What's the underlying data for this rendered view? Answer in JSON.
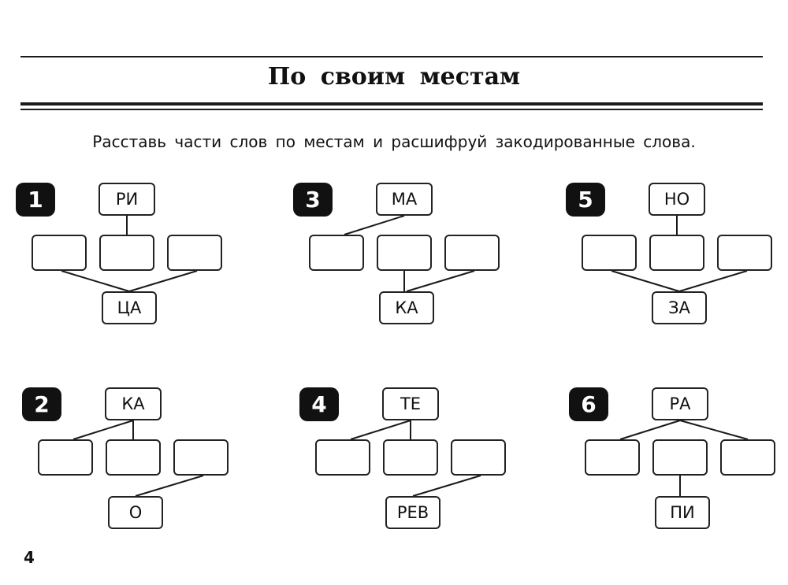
{
  "title": "По своим местам",
  "instruction": "Расставь части слов по местам и расшифруй закодированные слова.",
  "page_number": "4",
  "puzzles": [
    {
      "number": "1",
      "top": "РИ",
      "bottom": "ЦА",
      "top_links": [
        1
      ],
      "bottom_links": [
        0,
        2
      ]
    },
    {
      "number": "2",
      "top": "КА",
      "bottom": "О",
      "top_links": [
        0,
        1
      ],
      "bottom_links": [
        2
      ]
    },
    {
      "number": "3",
      "top": "МА",
      "bottom": "КА",
      "top_links": [
        0
      ],
      "bottom_links": [
        1,
        2
      ]
    },
    {
      "number": "4",
      "top": "ТЕ",
      "bottom": "РЕВ",
      "top_links": [
        0,
        1
      ],
      "bottom_links": [
        2
      ]
    },
    {
      "number": "5",
      "top": "НО",
      "bottom": "ЗА",
      "top_links": [
        1
      ],
      "bottom_links": [
        0,
        2
      ]
    },
    {
      "number": "6",
      "top": "РА",
      "bottom": "ПИ",
      "top_links": [
        0,
        2
      ],
      "bottom_links": [
        1
      ]
    }
  ]
}
